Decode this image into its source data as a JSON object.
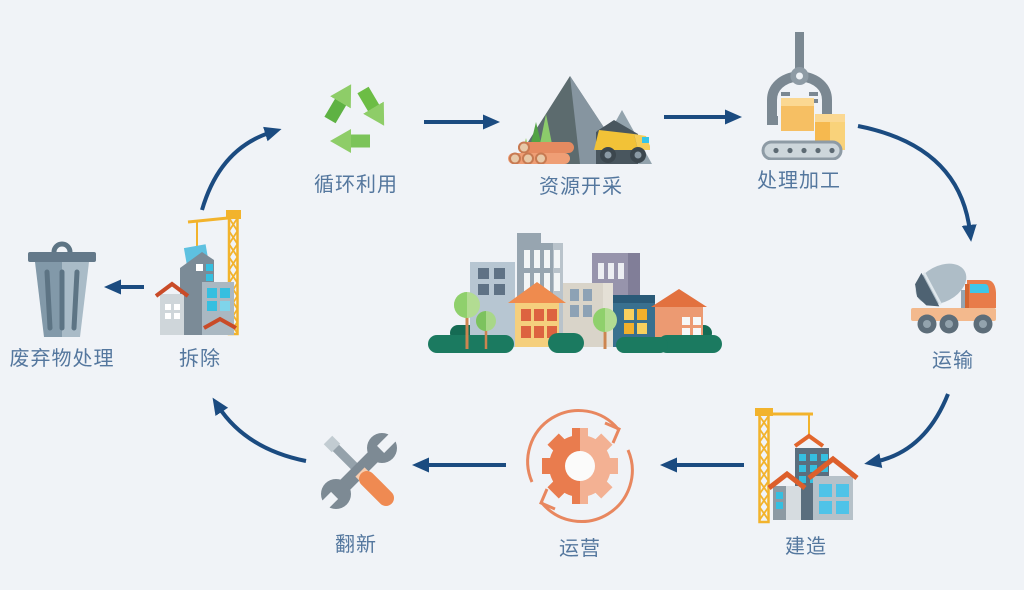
{
  "diagram": {
    "background_color": "#f0f3f7",
    "arrow_color": "#1b4b80",
    "label_color": "#54779e",
    "flow_direction": "clockwise cycle"
  },
  "stages": [
    {
      "id": "recycling",
      "label": "循环利用",
      "icon": "recycle-icon",
      "accent": "#6cbd45"
    },
    {
      "id": "extraction",
      "label": "资源开采",
      "icon": "mining-mountain-icon",
      "accent": "#5f6e76"
    },
    {
      "id": "processing",
      "label": "处理加工",
      "icon": "claw-conveyor-icon",
      "accent": "#f6bf63"
    },
    {
      "id": "transport",
      "label": "运输",
      "icon": "mixer-truck-icon",
      "accent": "#e87c4a"
    },
    {
      "id": "construction",
      "label": "建造",
      "icon": "construction-crane-icon",
      "accent": "#f2b32c"
    },
    {
      "id": "operation",
      "label": "运营",
      "icon": "gear-cycle-icon",
      "accent": "#e97c4e"
    },
    {
      "id": "renovation",
      "label": "翻新",
      "icon": "tools-icon",
      "accent": "#ef8a52"
    },
    {
      "id": "demolition",
      "label": "拆除",
      "icon": "demolition-crane-icon",
      "accent": "#7b8b97"
    },
    {
      "id": "waste",
      "label": "废弃物处理",
      "icon": "trash-can-icon",
      "accent": "#8299a9"
    }
  ],
  "connections": [
    {
      "from": "循环利用",
      "to": "资源开采"
    },
    {
      "from": "资源开采",
      "to": "处理加工"
    },
    {
      "from": "处理加工",
      "to": "运输"
    },
    {
      "from": "运输",
      "to": "建造"
    },
    {
      "from": "建造",
      "to": "运营"
    },
    {
      "from": "运营",
      "to": "翻新"
    },
    {
      "from": "翻新",
      "to": "拆除"
    },
    {
      "from": "拆除",
      "to": "循环利用"
    },
    {
      "from": "拆除",
      "to": "废弃物处理"
    }
  ],
  "center_illustration": {
    "name": "city-buildings",
    "elements": "buildings, houses, trees, hedges"
  }
}
